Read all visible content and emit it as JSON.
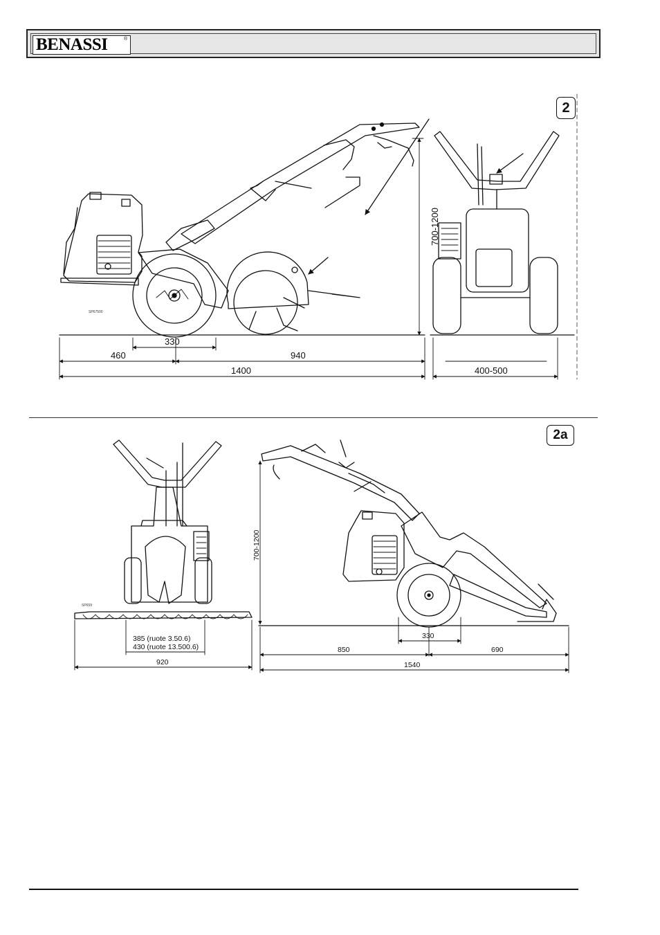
{
  "header": {
    "brand": "BENASSI",
    "reg_mark": "®"
  },
  "figure_2": {
    "badge": "2",
    "small_code": "SP67500",
    "dims": {
      "height": "700-1200",
      "wheel_base": "330",
      "front": "460",
      "rear": "940",
      "total_length": "1400",
      "width": "400-500"
    }
  },
  "figure_2a": {
    "badge": "2a",
    "small_code": "SP659",
    "dims": {
      "height": "700-1200",
      "track_a": "385 (ruote 3.50.6)",
      "track_b": "430 (ruote 13.500.6)",
      "width": "920",
      "wheel_base": "330",
      "front": "850",
      "rear": "690",
      "total_length": "1540"
    }
  }
}
